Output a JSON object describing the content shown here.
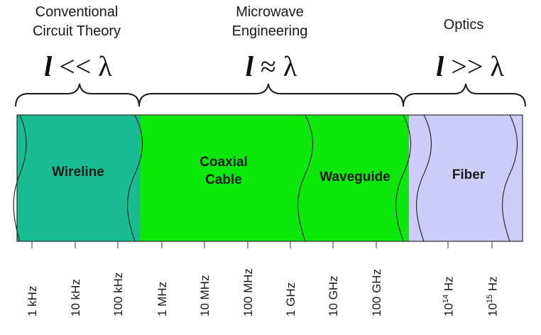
{
  "headers": {
    "conventional": [
      "Conventional",
      "Circuit Theory"
    ],
    "microwave": [
      "Microwave",
      "Engineering"
    ],
    "optics": [
      "Optics"
    ]
  },
  "relations": {
    "conventional": {
      "l": "l",
      "op": "<<",
      "lambda": "λ"
    },
    "microwave": {
      "l": "l",
      "op": "≈",
      "lambda": "λ"
    },
    "optics": {
      "l": "l",
      "op": ">>",
      "lambda": "λ"
    }
  },
  "bands": {
    "wireline": "Wireline",
    "coaxial": [
      "Coaxial",
      "Cable"
    ],
    "waveguide": "Waveguide",
    "fiber": "Fiber"
  },
  "ticks": [
    {
      "base": "1 kHz",
      "sup": "",
      "unit": ""
    },
    {
      "base": "10 kHz",
      "sup": "",
      "unit": ""
    },
    {
      "base": "100 kHz",
      "sup": "",
      "unit": ""
    },
    {
      "base": "1 MHz",
      "sup": "",
      "unit": ""
    },
    {
      "base": "10 MHz",
      "sup": "",
      "unit": ""
    },
    {
      "base": "100 MHz",
      "sup": "",
      "unit": ""
    },
    {
      "base": "1 GHz",
      "sup": "",
      "unit": ""
    },
    {
      "base": "10 GHz",
      "sup": "",
      "unit": ""
    },
    {
      "base": "100 GHz",
      "sup": "",
      "unit": ""
    },
    {
      "base": "10",
      "sup": "14",
      "unit": " Hz"
    },
    {
      "base": "10",
      "sup": "15",
      "unit": " Hz"
    }
  ],
  "colors": {
    "wireline": "#19bb92",
    "microwave": "#0ce80c",
    "optics": "#ccccf7",
    "outline": "#2b2b2b"
  }
}
